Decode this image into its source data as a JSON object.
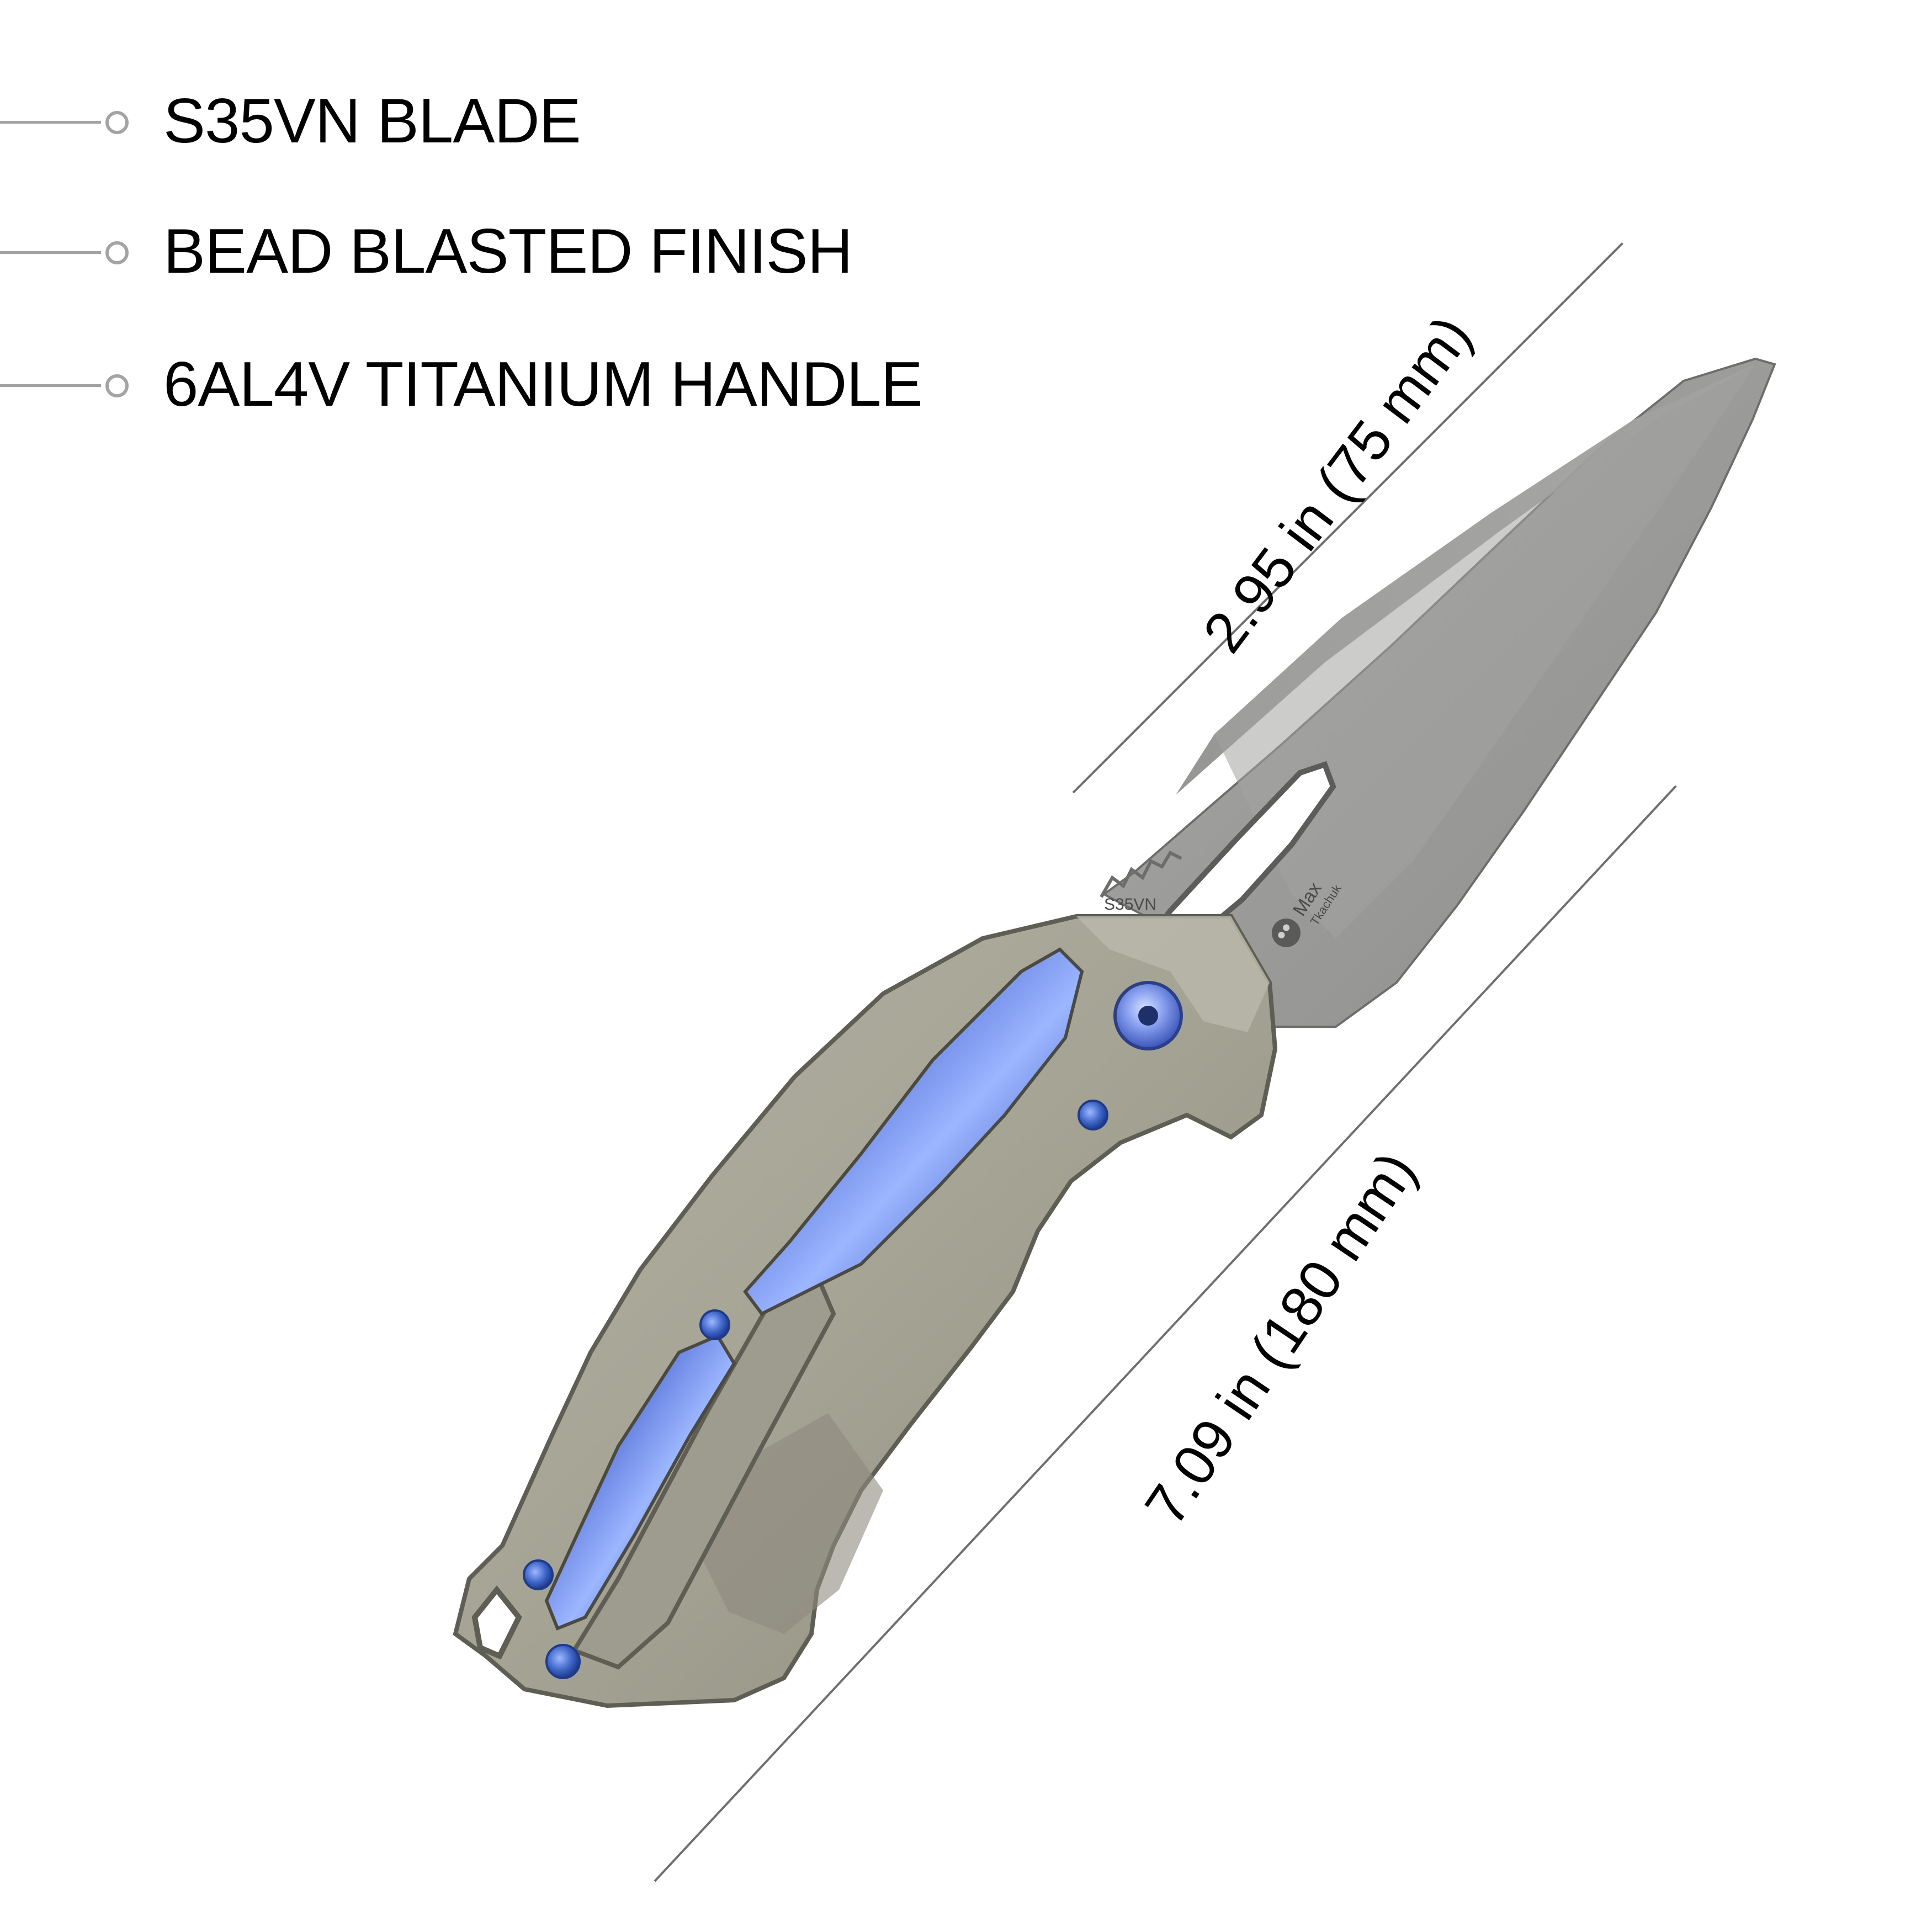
{
  "features": [
    {
      "label": "S35VN BLADE"
    },
    {
      "label": "BEAD BLASTED FINISH"
    },
    {
      "label": "6AL4V TITANIUM HANDLE"
    }
  ],
  "dimensions": {
    "blade_length": "2.95 in (75 mm)",
    "overall_length": "7.09 in (180 mm)"
  },
  "blade_markings": {
    "steel": "S35VN",
    "designer": "Max",
    "designer_surname": "Tkachuk"
  },
  "colors": {
    "blade": "#9a9a98",
    "handle": "#a7a596",
    "inlay": "#5f78d6",
    "screws": "#3f67c9",
    "lines": "#a3a3a3"
  },
  "icons": {
    "feature_bullet": "ring-bullet-icon",
    "designer_logo": "skull-logo-icon"
  }
}
